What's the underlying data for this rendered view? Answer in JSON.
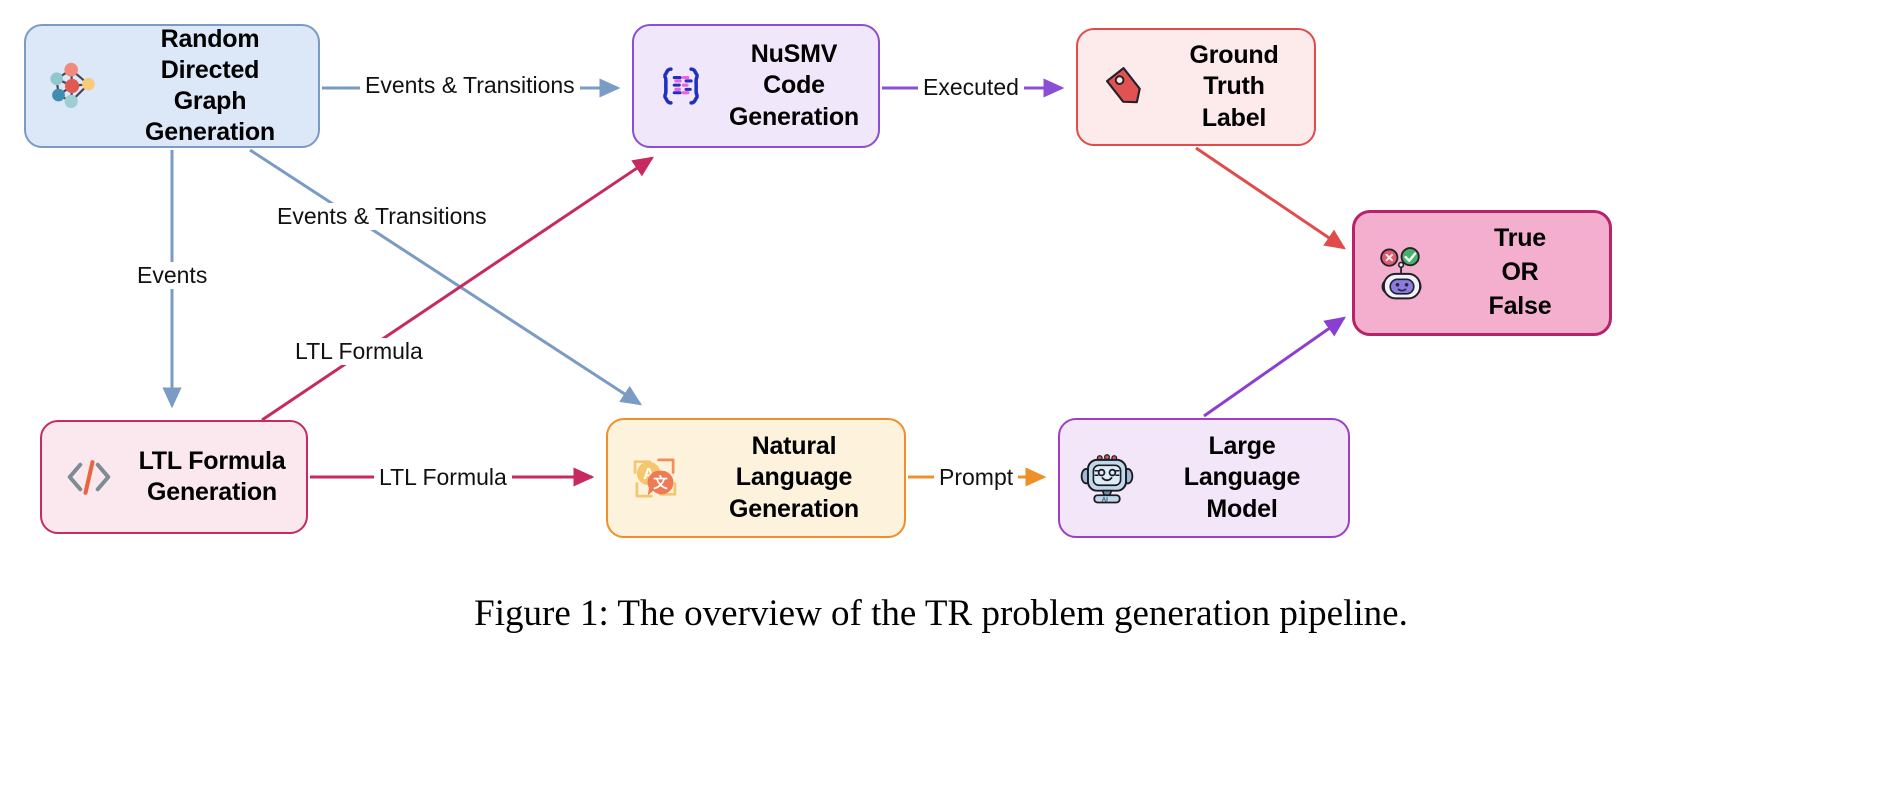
{
  "figure": {
    "caption": "Figure 1: The overview of the TR problem generation pipeline."
  },
  "nodes": [
    {
      "id": "random-directed-graph-generation",
      "label": "Random Directed\nGraph Generation",
      "icon": "network-graph-icon",
      "fill": "#dce7f7",
      "border": "#7a9bc4"
    },
    {
      "id": "nusmv-code-generation",
      "label": "NuSMV Code\nGeneration",
      "icon": "code-braces-icon",
      "fill": "#f0e7fa",
      "border": "#8b4fd6"
    },
    {
      "id": "ground-truth-label",
      "label": "Ground\nTruth Label",
      "icon": "price-tag-icon",
      "fill": "#fdeaea",
      "border": "#e14b4b"
    },
    {
      "id": "true-or-false",
      "label": "True\nOR\nFalse",
      "icon": "robot-verdict-icon",
      "fill": "#f3afcd",
      "border": "#b8226b"
    },
    {
      "id": "ltl-formula-generation",
      "label": "LTL Formula\nGeneration",
      "icon": "code-slash-icon",
      "fill": "#fbe7ee",
      "border": "#c62a5e"
    },
    {
      "id": "natural-language-generation",
      "label": "Natural Language\nGeneration",
      "icon": "translate-icon",
      "fill": "#fdf3dd",
      "border": "#ef8f2a"
    },
    {
      "id": "large-language-model",
      "label": "Large Language\nModel",
      "icon": "ai-robot-monitor-icon",
      "fill": "#f3e6f8",
      "border": "#9b3fc9"
    }
  ],
  "edges": [
    {
      "id": "graph-to-nusmv",
      "label": "Events & Transitions",
      "from": "random-directed-graph-generation",
      "to": "nusmv-code-generation",
      "color": "#7a9bc4"
    },
    {
      "id": "nusmv-to-truth",
      "label": "Executed",
      "from": "nusmv-code-generation",
      "to": "ground-truth-label",
      "color": "#8b4fd6"
    },
    {
      "id": "graph-to-ltl",
      "label": "Events",
      "from": "random-directed-graph-generation",
      "to": "ltl-formula-generation",
      "color": "#7a9bc4"
    },
    {
      "id": "graph-to-nlg",
      "label": "Events & Transitions",
      "from": "random-directed-graph-generation",
      "to": "natural-language-generation",
      "color": "#7a9bc4"
    },
    {
      "id": "ltl-to-nusmv",
      "label": "LTL Formula",
      "from": "ltl-formula-generation",
      "to": "nusmv-code-generation",
      "color": "#c62a5e"
    },
    {
      "id": "ltl-to-nlg",
      "label": "LTL Formula",
      "from": "ltl-formula-generation",
      "to": "natural-language-generation",
      "color": "#c62a5e"
    },
    {
      "id": "nlg-to-llm",
      "label": "Prompt",
      "from": "natural-language-generation",
      "to": "large-language-model",
      "color": "#ef8f2a"
    },
    {
      "id": "truth-to-result",
      "label": "",
      "from": "ground-truth-label",
      "to": "true-or-false",
      "color": "#e14b4b"
    },
    {
      "id": "llm-to-result",
      "label": "",
      "from": "large-language-model",
      "to": "true-or-false",
      "color": "#8b3fd0"
    }
  ],
  "edge_labels": {
    "events_transitions_top": "Events & Transitions",
    "executed": "Executed",
    "events": "Events",
    "events_transitions_diagonal": "Events & Transitions",
    "ltl_formula_diagonal": "LTL Formula",
    "ltl_formula_bottom": "LTL Formula",
    "prompt": "Prompt"
  }
}
